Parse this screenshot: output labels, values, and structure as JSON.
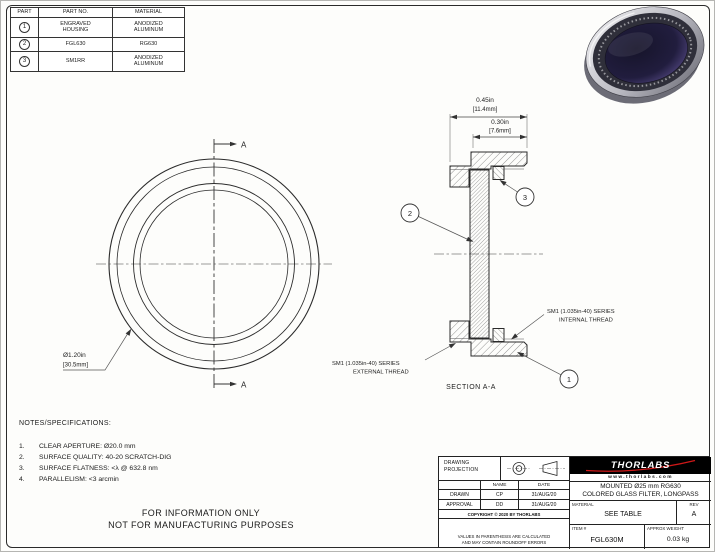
{
  "parts_table": {
    "headers": [
      "PART",
      "PART NO.",
      "MATERIAL"
    ],
    "rows": [
      {
        "num": "1",
        "part_no": "ENGRAVED\nHOUSING",
        "material": "ANODIZED\nALUMINUM"
      },
      {
        "num": "2",
        "part_no": "FGL630",
        "material": "RG630"
      },
      {
        "num": "3",
        "part_no": "SM1RR",
        "material": "ANODIZED\nALUMINUM"
      }
    ]
  },
  "front_view": {
    "section_label_top": "A",
    "section_label_bottom": "A",
    "diameter": "Ø1.20in",
    "diameter_mm": "[30.5mm]"
  },
  "section_view": {
    "label": "SECTION A-A",
    "width_dim": "0.45in",
    "width_dim_mm": "[11.4mm]",
    "depth_dim": "0.30in",
    "depth_dim_mm": "[7.6mm]",
    "balloon_1": "1",
    "balloon_2": "2",
    "balloon_3": "3",
    "internal_thread_note_1": "SM1 (1.035in-40) SERIES",
    "internal_thread_note_2": "INTERNAL THREAD",
    "external_thread_note_1": "SM1 (1.035in-40) SERIES",
    "external_thread_note_2": "EXTERNAL THREAD"
  },
  "notes": {
    "heading": "NOTES/SPECIFICATIONS:",
    "items": [
      {
        "num": "1.",
        "text": "CLEAR APERTURE: Ø20.0 mm"
      },
      {
        "num": "2.",
        "text": "SURFACE QUALITY: 40-20 SCRATCH-DIG"
      },
      {
        "num": "3.",
        "text": "SURFACE FLATNESS: <λ @ 632.8 nm"
      },
      {
        "num": "4.",
        "text": "PARALLELISM: <3 arcmin"
      }
    ],
    "info_line_1": "FOR INFORMATION ONLY",
    "info_line_2": "NOT FOR MANUFACTURING PURPOSES"
  },
  "title_block": {
    "projection_label": "DRAWING\nPROJECTION",
    "logo_text": "THORLABS",
    "website": "www.thorlabs.com",
    "title_line_1": "MOUNTED Ø25 mm RG630",
    "title_line_2": "COLORED GLASS FILTER, LONGPASS",
    "name_header": "NAME",
    "date_header": "DATE",
    "drawn_label": "DRAWN",
    "drawn_name": "CP",
    "drawn_date": "31/AUG/20",
    "approval_label": "APPROVAL",
    "approval_name": "DD",
    "approval_date": "31/AUG/20",
    "copyright": "COPYRIGHT © 2020 BY THORLABS",
    "values_note": "VALUES IN PARENTHESIS ARE CALCULATED\nAND MAY CONTAIN ROUNDOFF ERRORS",
    "material_label": "MATERIAL",
    "material_value": "SEE TABLE",
    "rev_label": "REV",
    "rev_value": "A",
    "item_label": "ITEM #",
    "item_value": "FGL630M",
    "weight_label": "APPROX WEIGHT",
    "weight_value": "0.03 kg"
  }
}
